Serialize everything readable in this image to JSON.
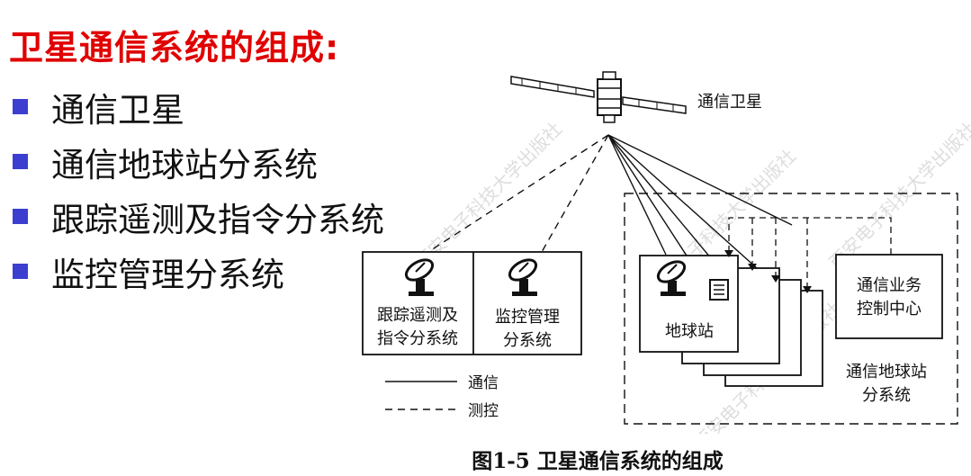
{
  "slide": {
    "title": "卫星通信系统的组成:",
    "bullets": [
      "通信卫星",
      "通信地球站分系统",
      "跟踪遥测及指令分系统",
      "监控管理分系统"
    ],
    "bullet_color": "#3b3ecf",
    "title_color": "#e00000"
  },
  "diagram": {
    "satellite_label": "通信卫星",
    "tracking_box": {
      "line1": "跟踪遥测及",
      "line2": "指令分系统"
    },
    "monitor_box": {
      "line1": "监控管理",
      "line2": "分系统"
    },
    "earth_station_label": "地球站",
    "control_center": {
      "line1": "通信业务",
      "line2": "控制中心"
    },
    "subsystem_label": {
      "line1": "通信地球站",
      "line2": "分系统"
    },
    "legend": {
      "solid": "通信",
      "dashed": "测控"
    },
    "watermark": "西安电子科技大学出版社"
  },
  "caption": "图1-5 卫星通信系统的组成"
}
